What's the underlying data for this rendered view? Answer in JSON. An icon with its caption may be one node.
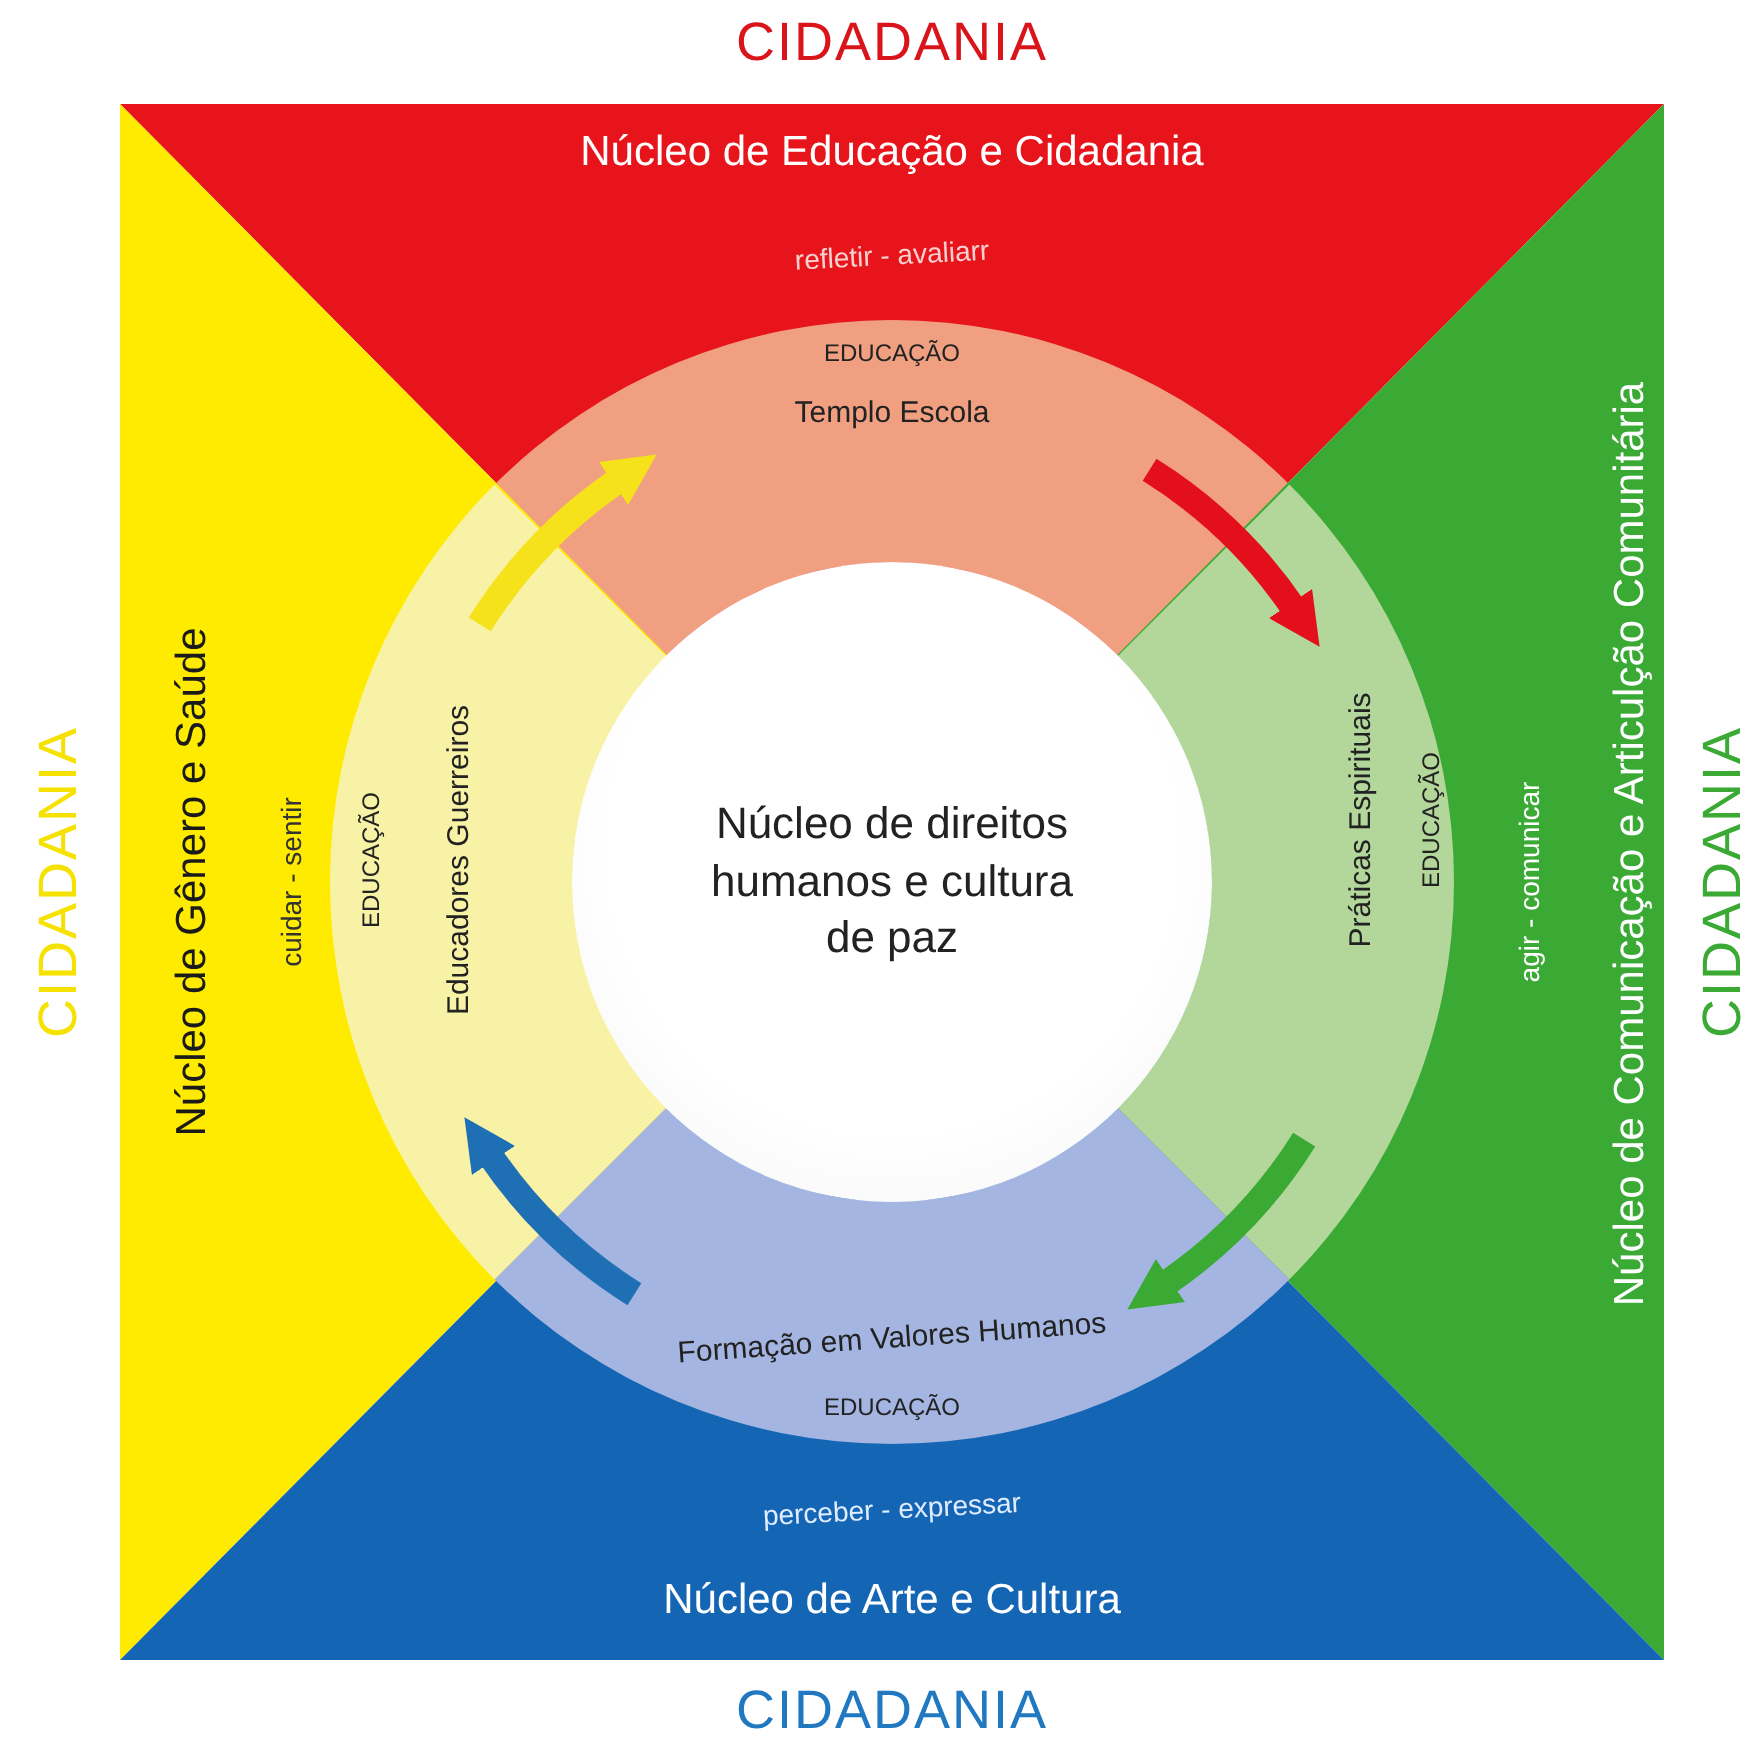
{
  "diagram": {
    "nodes": [
      {
        "text": [
          "Núcleo de Educação e Cidadania",
          "refletir - avaliarr"
        ],
        "beside": [
          "CIDADANIA"
        ]
      },
      {
        "text": [
          "Núcleo de Gênero e Saúde",
          "cuidar - sentir"
        ],
        "beside": [
          "CIDADANIA"
        ]
      },
      {
        "text": [
          "Núcleo de Comunicação e Articulção Comunitária",
          "agir - comunicar"
        ],
        "beside": [
          "CIDADANIA"
        ]
      },
      {
        "text": [
          "Núcleo de Arte e Cultura",
          "perceber - expressar"
        ],
        "beside": [
          "CIDADANIA"
        ]
      },
      {
        "text": [
          "EDUCAÇÃO",
          "Templo Escola"
        ],
        "in": 0
      },
      {
        "text": [
          "Práticas Espirituais",
          "EDUCAÇÃO"
        ],
        "in": 2
      },
      {
        "text": [
          "Formação em Valores Humanos",
          "EDUCAÇÃO"
        ],
        "in": 3
      },
      {
        "text": [
          "EDUCAÇÃO",
          "Educadores Guerreiros"
        ],
        "in": 1
      },
      {
        "text": [
          "Núcleo de direitos humanos e cultura de paz"
        ]
      }
    ],
    "edges": [
      {
        "from": 7,
        "to": 4,
        "arrow": "to",
        "color": "#f5e21a"
      },
      {
        "from": 4,
        "to": 5,
        "arrow": "to",
        "color": "#e3101b"
      },
      {
        "from": 5,
        "to": 6,
        "arrow": "to",
        "color": "#3aaa35"
      },
      {
        "from": 6,
        "to": 7,
        "arrow": "to",
        "color": "#1f6fb5"
      }
    ]
  }
}
